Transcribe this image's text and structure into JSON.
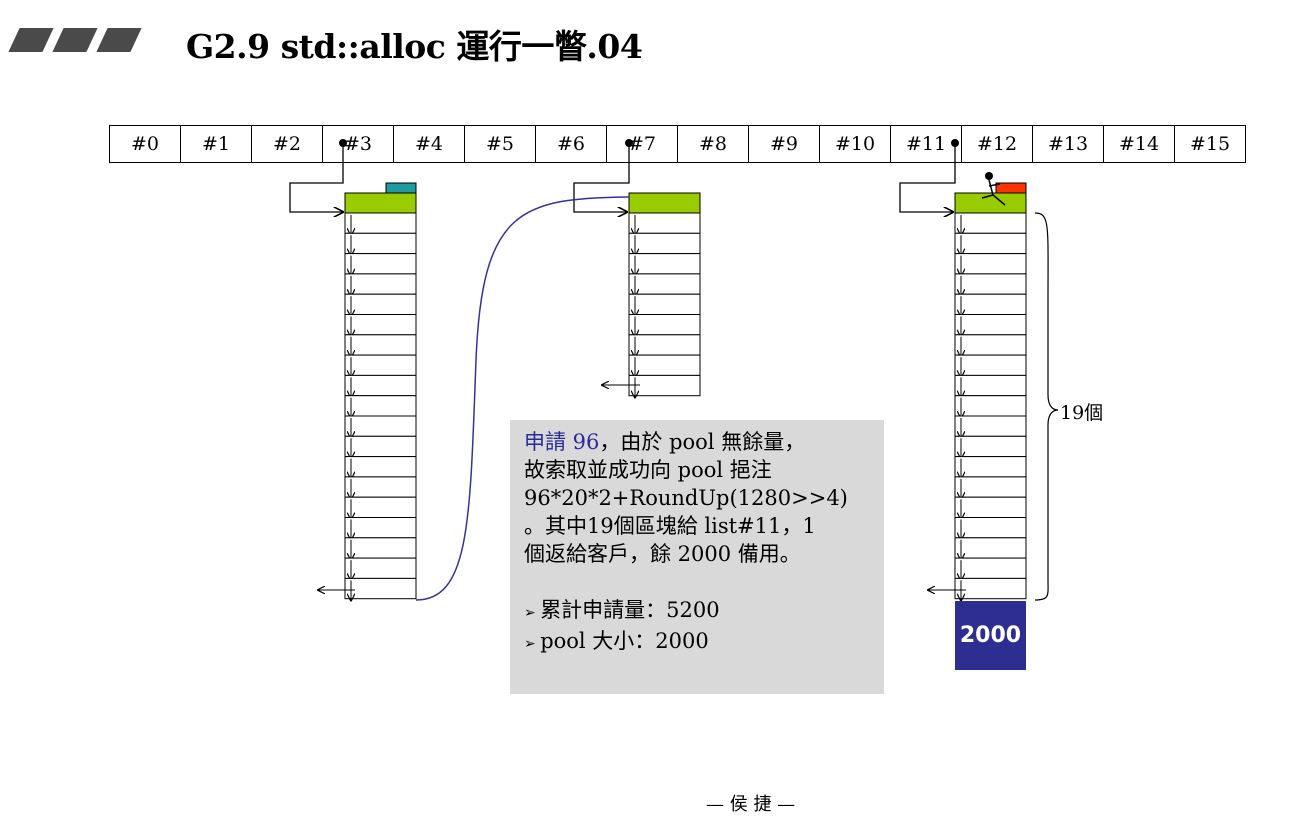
{
  "title": "G2.9 std::alloc 運行一瞥.04",
  "slots": [
    "#0",
    "#1",
    "#2",
    "#3",
    "#4",
    "#5",
    "#6",
    "#7",
    "#8",
    "#9",
    "#10",
    "#11",
    "#12",
    "#13",
    "#14",
    "#15"
  ],
  "note": {
    "highlight": "申請 96",
    "line1_rest": "，由於 pool 無餘量，",
    "line2": "故索取並成功向 pool 挹注",
    "line3": "96*20*2+RoundUp(1280>>4)",
    "line4": "。其中19個區塊給 list#11，1",
    "line5": "個返給客戶，餘 2000 備用。",
    "bullet1": "累計申請量：5200",
    "bullet2": "pool 大小：2000"
  },
  "count_label": "19個",
  "pool_label": "2000",
  "footer": "— 侯 捷 —",
  "colors": {
    "green": "#99cc00",
    "teal": "#1f9aa0",
    "red": "#ff3300",
    "pool": "#2e2e90",
    "curve": "#333399"
  }
}
